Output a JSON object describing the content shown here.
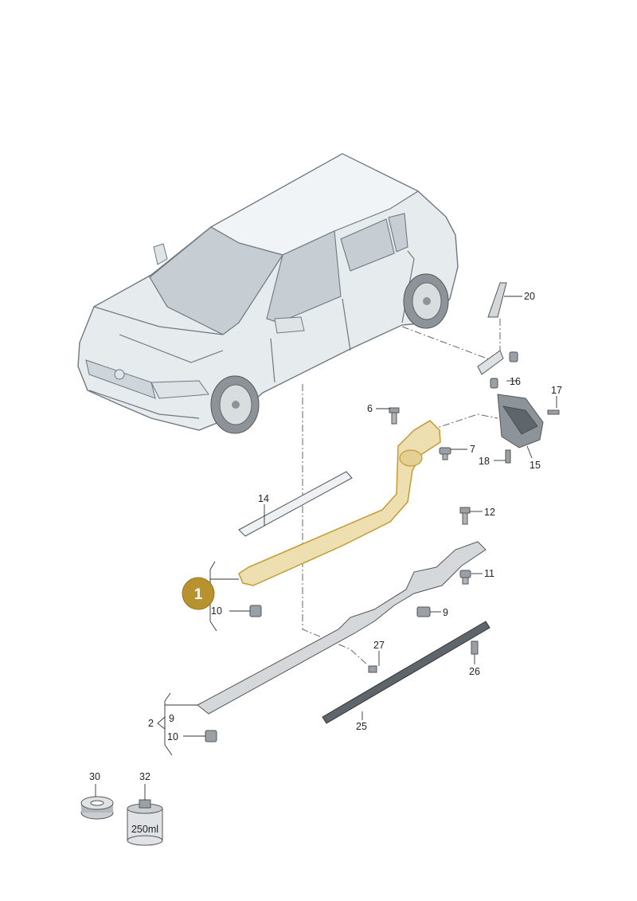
{
  "callouts": [
    {
      "id": "p20",
      "text": "20"
    },
    {
      "id": "p16",
      "text": "16"
    },
    {
      "id": "p17",
      "text": "17"
    },
    {
      "id": "p6",
      "text": "6"
    },
    {
      "id": "p7",
      "text": "7"
    },
    {
      "id": "p18",
      "text": "18"
    },
    {
      "id": "p15",
      "text": "15"
    },
    {
      "id": "p14",
      "text": "14"
    },
    {
      "id": "p12",
      "text": "12"
    },
    {
      "id": "p11",
      "text": "11"
    },
    {
      "id": "p10a",
      "text": "10"
    },
    {
      "id": "p9a",
      "text": "9"
    },
    {
      "id": "p27",
      "text": "27"
    },
    {
      "id": "p26",
      "text": "26"
    },
    {
      "id": "p2",
      "text": "2"
    },
    {
      "id": "p9b",
      "text": "9"
    },
    {
      "id": "p25",
      "text": "25"
    },
    {
      "id": "p10b",
      "text": "10"
    },
    {
      "id": "p30",
      "text": "30"
    },
    {
      "id": "p32",
      "text": "32"
    }
  ],
  "highlight": {
    "text": "1",
    "color": "#b8922e"
  },
  "can_label": "250ml",
  "colors": {
    "highlight_part": "#eedfb0",
    "highlight_stroke": "#c49a36",
    "car_body": "#e6ebee",
    "part_fill": "#d4d8db"
  }
}
